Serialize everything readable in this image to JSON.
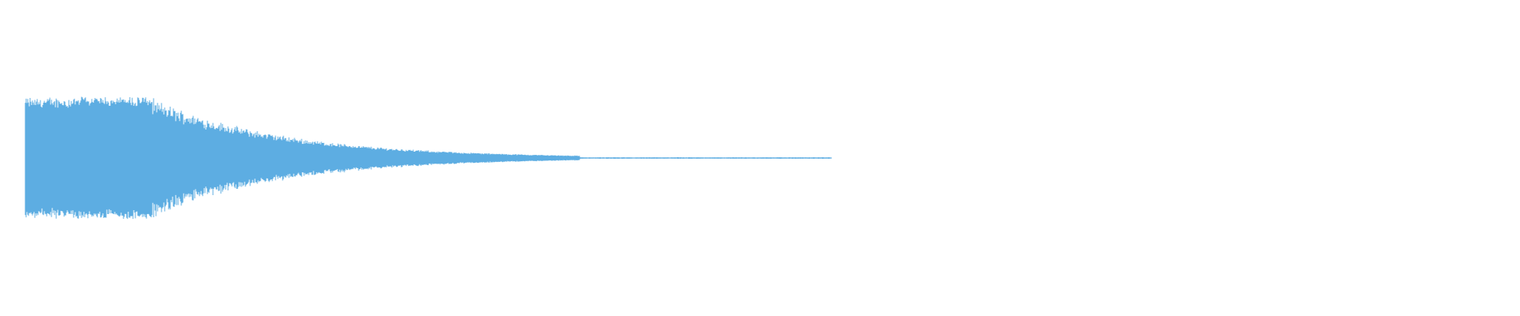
{
  "waveform": {
    "color": "#5dade2",
    "background": "#ffffff",
    "duration_fraction_visible": 0.53,
    "peak_amplitude": 0.97,
    "sustain_amplitude": 0.88,
    "decay_character": "exponential",
    "channels": 1
  }
}
